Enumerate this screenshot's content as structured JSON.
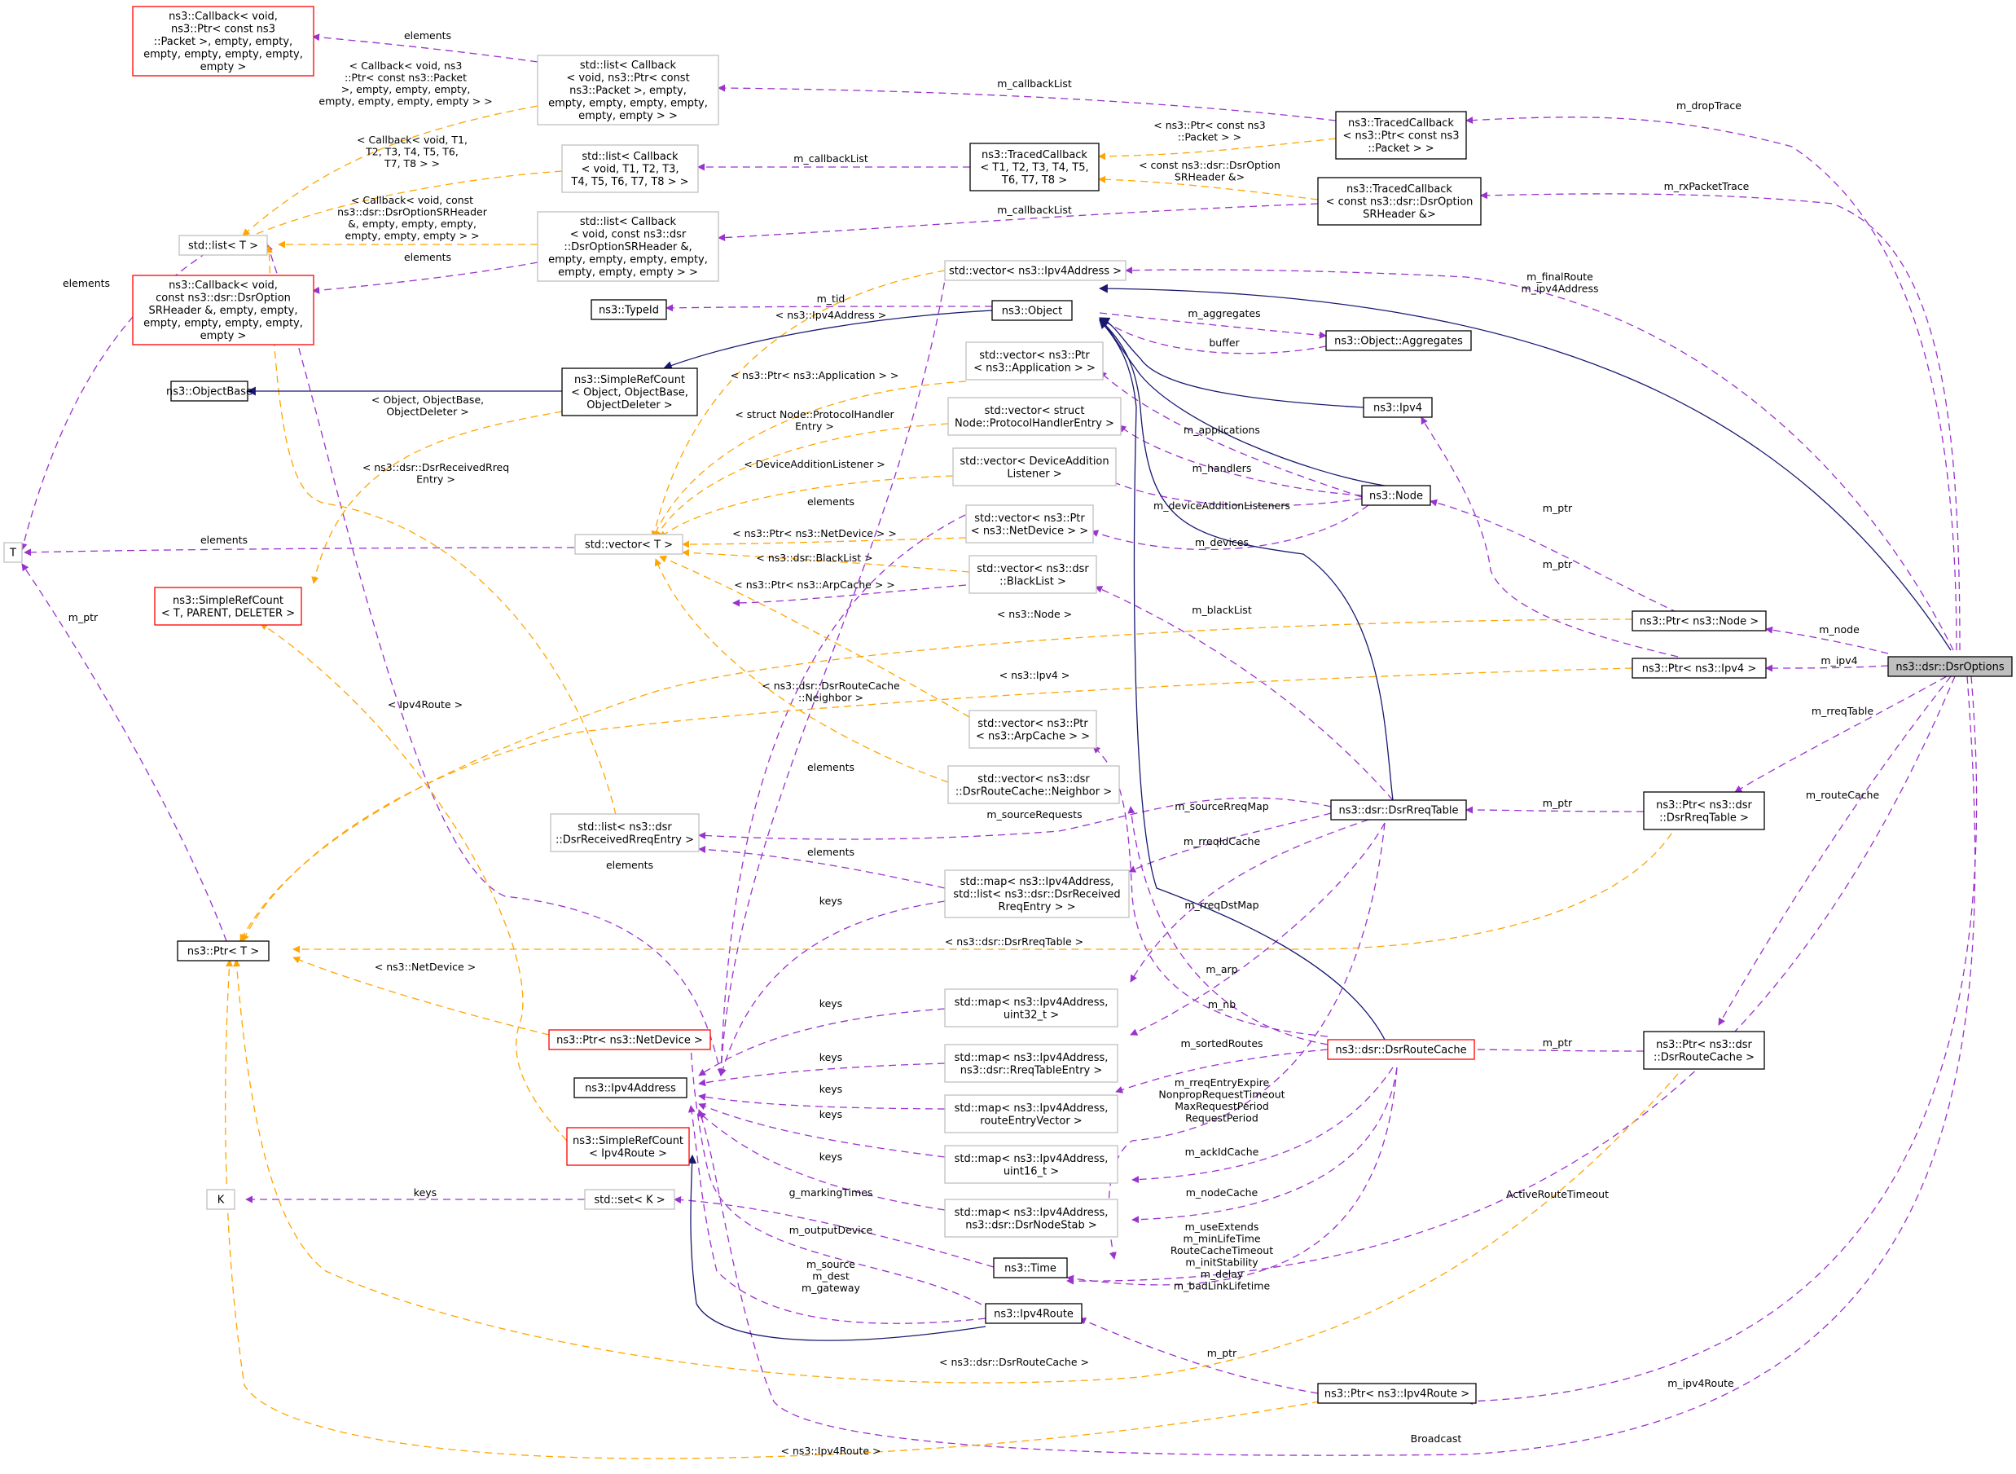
{
  "nodes": {
    "callback_packet": [
      "ns3::Callback< void,",
      "ns3::Ptr< const ns3",
      "::Packet >, empty, empty,",
      "empty, empty, empty, empty,",
      "empty >"
    ],
    "list_cb_packet": [
      "std::list< Callback",
      "< void, ns3::Ptr< const",
      "ns3::Packet >, empty,",
      "empty, empty, empty, empty,",
      "empty, empty > >"
    ],
    "list_cb_t": [
      "std::list< Callback",
      "< void, T1, T2, T3,",
      "T4, T5, T6, T7, T8 > >"
    ],
    "list_cb_srh": [
      "std::list< Callback",
      "< void, const ns3::dsr",
      "::DsrOptionSRHeader &,",
      "empty, empty, empty, empty,",
      "empty, empty, empty > >"
    ],
    "callback_srh": [
      "ns3::Callback< void,",
      "const ns3::dsr::DsrOption",
      "SRHeader &, empty, empty,",
      "empty, empty, empty, empty,",
      "empty >"
    ],
    "list_t": [
      "std::list< T >"
    ],
    "T": [
      "T"
    ],
    "K": [
      "K"
    ],
    "typeid": [
      "ns3::TypeId"
    ],
    "objectbase": [
      "ns3::ObjectBase"
    ],
    "simplerefcount_obj": [
      "ns3::SimpleRefCount",
      "< Object, ObjectBase,",
      "ObjectDeleter >"
    ],
    "simplerefcount_t": [
      "ns3::SimpleRefCount",
      "< T, PARENT, DELETER >"
    ],
    "ptr_t": [
      "ns3::Ptr< T >"
    ],
    "vector_t": [
      "std::vector< T >"
    ],
    "list_rreq_entry": [
      "std::list< ns3::dsr",
      "::DsrReceivedRreqEntry >"
    ],
    "ptr_netdevice": [
      "ns3::Ptr< ns3::NetDevice >"
    ],
    "ipv4address": [
      "ns3::Ipv4Address"
    ],
    "simplerefcount_route": [
      "ns3::SimpleRefCount",
      "< Ipv4Route >"
    ],
    "set_k": [
      "std::set< K >"
    ],
    "time": [
      "ns3::Time"
    ],
    "ipv4route": [
      "ns3::Ipv4Route"
    ],
    "vector_ipv4addr": [
      "std::vector< ns3::Ipv4Address >"
    ],
    "object": [
      "ns3::Object"
    ],
    "vector_app": [
      "std::vector< ns3::Ptr",
      "< ns3::Application > >"
    ],
    "vector_proto": [
      "std::vector< struct",
      "Node::ProtocolHandlerEntry >"
    ],
    "vector_devadd": [
      "std::vector< DeviceAddition",
      "Listener >"
    ],
    "vector_netdev": [
      "std::vector< ns3::Ptr",
      "< ns3::NetDevice > >"
    ],
    "vector_blacklist": [
      "std::vector< ns3::dsr",
      "::BlackList >"
    ],
    "vector_arpcache": [
      "std::vector< ns3::Ptr",
      "< ns3::ArpCache > >"
    ],
    "vector_neighbor": [
      "std::vector< ns3::dsr",
      "::DsrRouteCache::Neighbor >"
    ],
    "map_rreq_list": [
      "std::map< ns3::Ipv4Address,",
      "std::list< ns3::dsr::DsrReceived",
      "RreqEntry > >"
    ],
    "map_uint32": [
      "std::map< ns3::Ipv4Address,",
      "uint32_t >"
    ],
    "map_rreqtable": [
      "std::map< ns3::Ipv4Address,",
      "ns3::dsr::RreqTableEntry >"
    ],
    "map_routeentry": [
      "std::map< ns3::Ipv4Address,",
      "routeEntryVector >"
    ],
    "map_uint16": [
      "std::map< ns3::Ipv4Address,",
      "uint16_t >"
    ],
    "map_nodestab": [
      "std::map< ns3::Ipv4Address,",
      "ns3::dsr::DsrNodeStab >"
    ],
    "tracedcb_t": [
      "ns3::TracedCallback",
      "< T1, T2, T3, T4, T5,",
      "T6, T7, T8 >"
    ],
    "tracedcb_packet": [
      "ns3::TracedCallback",
      "< ns3::Ptr< const ns3",
      "::Packet > >"
    ],
    "tracedcb_srh": [
      "ns3::TracedCallback",
      "< const ns3::dsr::DsrOption",
      "SRHeader &>"
    ],
    "object_aggregates": [
      "ns3::Object::Aggregates"
    ],
    "ipv4": [
      "ns3::Ipv4"
    ],
    "node": [
      "ns3::Node"
    ],
    "rreqtable": [
      "ns3::dsr::DsrRreqTable"
    ],
    "routecache": [
      "ns3::dsr::DsrRouteCache"
    ],
    "ptr_node": [
      "ns3::Ptr< ns3::Node >"
    ],
    "ptr_ipv4": [
      "ns3::Ptr< ns3::Ipv4 >"
    ],
    "ptr_rreqtable": [
      "ns3::Ptr< ns3::dsr",
      "::DsrRreqTable >"
    ],
    "ptr_routecache": [
      "ns3::Ptr< ns3::dsr",
      "::DsrRouteCache >"
    ],
    "ptr_ipv4route": [
      "ns3::Ptr< ns3::Ipv4Route >"
    ],
    "dsroptions": [
      "ns3::dsr::DsrOptions"
    ]
  },
  "edge_labels": {
    "l_elements_cbp": [
      "elements"
    ],
    "l_cb_void_ns3": [
      "< Callback< void, ns3",
      "::Ptr< const ns3::Packet",
      ">, empty, empty, empty,",
      "empty, empty, empty, empty > >"
    ],
    "l_cb_void_t1": [
      "< Callback< void, T1,",
      "T2, T3, T4, T5, T6,",
      "T7, T8 > >"
    ],
    "l_cb_void_const": [
      "< Callback< void, const",
      "ns3::dsr::DsrOptionSRHeader",
      "&, empty, empty, empty,",
      "empty, empty, empty > >"
    ],
    "l_elements_cbs": [
      "elements"
    ],
    "l_elements_listt": [
      "elements"
    ],
    "l_mcallbacklist1": [
      "m_callbackList"
    ],
    "l_mcallbacklist2": [
      "m_callbackList"
    ],
    "l_mcallbacklist3": [
      "m_callbackList"
    ],
    "l_ptr_const_packet": [
      "< ns3::Ptr< const ns3",
      "::Packet > >"
    ],
    "l_const_srh": [
      "< const ns3::dsr::DsrOption",
      "SRHeader &>"
    ],
    "l_mdroptrace": [
      "m_dropTrace"
    ],
    "l_mrxpackettrace": [
      "m_rxPacketTrace"
    ],
    "l_mfinalroute": [
      "m_finalRoute",
      "m_ipv4Address"
    ],
    "l_mtid": [
      "m_tid"
    ],
    "l_ipv4address_tmpl": [
      "< ns3::Ipv4Address >"
    ],
    "l_maggregates": [
      "m_aggregates"
    ],
    "l_buffer": [
      "buffer"
    ],
    "l_objbase_tmpl": [
      "< Object, ObjectBase,",
      "ObjectDeleter >"
    ],
    "l_application_tmpl": [
      "< ns3::Ptr< ns3::Application > >"
    ],
    "l_protocol_tmpl": [
      "< struct Node::ProtocolHandler",
      "Entry >"
    ],
    "l_devadd_tmpl": [
      "< DeviceAdditionListener >"
    ],
    "l_rreqentry_tmpl": [
      "< ns3::dsr::DsrReceivedRreq",
      "Entry >"
    ],
    "l_elements_vec": [
      "elements"
    ],
    "l_elements_T": [
      "elements"
    ],
    "l_netdevice_tmpl": [
      "< ns3::Ptr< ns3::NetDevice > >"
    ],
    "l_blacklist_tmpl": [
      "< ns3::dsr::BlackList >"
    ],
    "l_arpcache_tmpl": [
      "< ns3::Ptr< ns3::ArpCache > >"
    ],
    "l_mapplications": [
      "m_applications"
    ],
    "l_mhandlers": [
      "m_handlers"
    ],
    "l_mdevaddlisteners": [
      "m_deviceAdditionListeners"
    ],
    "l_mdevices": [
      "m_devices"
    ],
    "l_mptr_node": [
      "m_ptr"
    ],
    "l_mptr_ipv4": [
      "m_ptr"
    ],
    "l_mblacklist": [
      "m_blackList"
    ],
    "l_node_tmpl": [
      "< ns3::Node >"
    ],
    "l_ipv4_tmpl": [
      "< ns3::Ipv4 >"
    ],
    "l_mnode": [
      "m_node"
    ],
    "l_mipv4": [
      "m_ipv4"
    ],
    "l_mptr_T": [
      "m_ptr"
    ],
    "l_ipv4route_tmpl1": [
      "< Ipv4Route >"
    ],
    "l_neighbor_tmpl": [
      "< ns3::dsr::DsrRouteCache",
      "::Neighbor >"
    ],
    "l_elements_ipv4": [
      "elements"
    ],
    "l_msourcerequests": [
      "m_sourceRequests"
    ],
    "l_msourcerreqmap": [
      "m_sourceRreqMap"
    ],
    "l_elements_rreq": [
      "elements"
    ],
    "l_elements_2": [
      "elements"
    ],
    "l_mrreqidcache": [
      "m_rreqIdCache"
    ],
    "l_mrreqtable": [
      "m_rreqTable"
    ],
    "l_mroutecache": [
      "m_routeCache"
    ],
    "l_mptr_rreqtable": [
      "m_ptr"
    ],
    "l_keys1": [
      "keys"
    ],
    "l_rreqtable_tmpl": [
      "< ns3::dsr::DsrRreqTable >"
    ],
    "l_mrreqdstmap": [
      "m_rreqDstMap"
    ],
    "l_netdevice_ptr_tmpl": [
      "< ns3::NetDevice >"
    ],
    "l_keys2": [
      "keys"
    ],
    "l_marp": [
      "m_arp"
    ],
    "l_mnb": [
      "m_nb"
    ],
    "l_msortedroutes": [
      "m_sortedRoutes"
    ],
    "l_mptr_routecache": [
      "m_ptr"
    ],
    "l_keys3": [
      "keys"
    ],
    "l_keys4": [
      "keys"
    ],
    "l_keys5": [
      "keys"
    ],
    "l_mrreqentryexpire": [
      "m_rreqEntryExpire",
      "NonpropRequestTimeout",
      "MaxRequestPeriod",
      "RequestPeriod"
    ],
    "l_keys6": [
      "keys"
    ],
    "l_mackidcache": [
      "m_ackIdCache"
    ],
    "l_keys_set": [
      "keys"
    ],
    "l_gmarkingtimes": [
      "g_markingTimes"
    ],
    "l_mnodecache": [
      "m_nodeCache"
    ],
    "l_activeroutetimeout": [
      "ActiveRouteTimeout"
    ],
    "l_moutputdevice": [
      "m_outputDevice"
    ],
    "l_musextends": [
      "m_useExtends",
      "m_minLifeTime",
      "RouteCacheTimeout",
      "m_initStability",
      "m_delay",
      "m_badLinkLifetime"
    ],
    "l_msource": [
      "m_source",
      "m_dest",
      "m_gateway"
    ],
    "l_routecache_tmpl": [
      "< ns3::dsr::DsrRouteCache >"
    ],
    "l_mptr_route": [
      "m_ptr"
    ],
    "l_mipv4route": [
      "m_ipv4Route"
    ],
    "l_broadcast": [
      "Broadcast"
    ],
    "l_ipv4route_tmpl2": [
      "< ns3::Ipv4Route >"
    ]
  },
  "colors": {
    "inheritance": "#191970",
    "usage": "#9a32cd",
    "template": "#ffa500",
    "documented_border": "#000000",
    "undocumented_border": "#bfbfbf",
    "truncated_border": "#ff0000",
    "selected_fill": "#bfbfbf"
  }
}
